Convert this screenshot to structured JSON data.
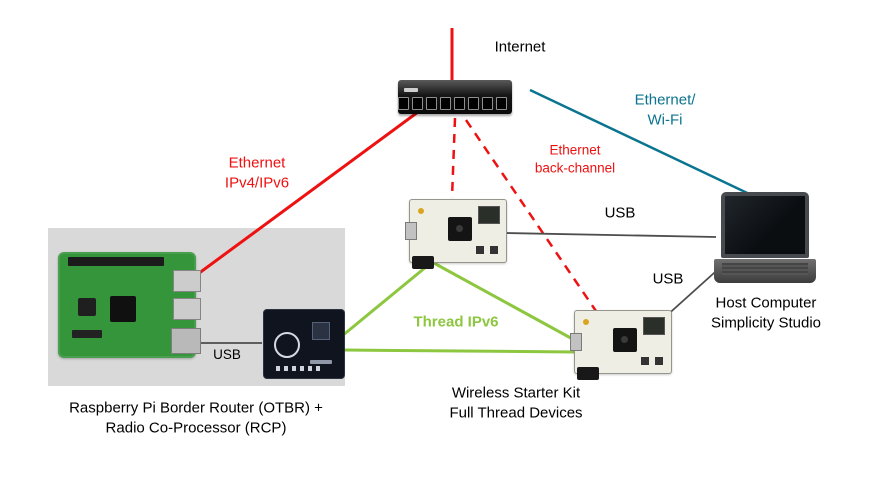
{
  "colors": {
    "red": "#ee1111",
    "teal": "#0b7490",
    "green": "#8dc63f",
    "line_gray": "#4d4d4d",
    "backdrop_gray": "#d9d9d9"
  },
  "labels": {
    "internet": "Internet",
    "ethernet_wifi": "Ethernet/\nWi-Fi",
    "ethernet_ipv4": "Ethernet\nIPv4/IPv6",
    "backchannel": "Ethernet\nback-channel",
    "thread": "Thread IPv6",
    "usb_top": "USB",
    "usb_bottom": "USB",
    "usb_rcp": "USB"
  },
  "captions": {
    "host": "Host Computer\nSimplicity Studio",
    "otbr": "Raspberry Pi Border Router (OTBR) +\nRadio Co-Processor (RCP)",
    "wstk": "Wireless Starter Kit\nFull Thread Devices"
  },
  "devices": {
    "switch": "ethernet-switch",
    "raspberry_pi": "raspberry-pi-board",
    "rcp": "rcp-radio-board",
    "wstk1": "wireless-starter-kit-board-1",
    "wstk2": "wireless-starter-kit-board-2",
    "laptop": "host-computer-laptop"
  }
}
